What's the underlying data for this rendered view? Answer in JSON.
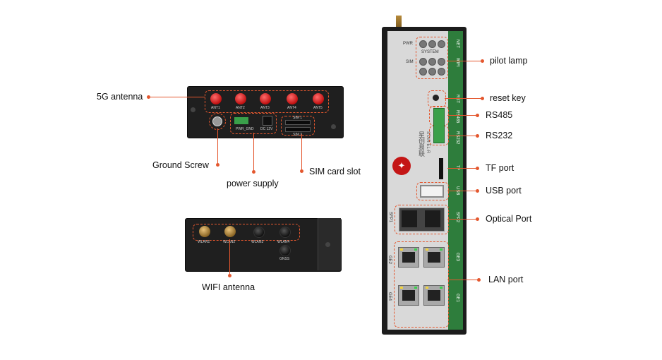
{
  "labels": {
    "antenna_5g": "5G antenna",
    "ground_screw": "Ground  Screw",
    "power_supply": "power  supply",
    "sim_card_slot": "SIM card slot",
    "wifi_antenna": "WIFI antenna",
    "pilot_lamp": "pilot lamp",
    "reset_key": "reset key",
    "rs485": "RS485",
    "rs232": "RS232",
    "tf_port": "TF port",
    "usb_port": "USB port",
    "optical_port": "Optical Port",
    "lan_port": "LAN port"
  },
  "device_top": {
    "antennas": [
      "ANT1",
      "ANT2",
      "ANT3",
      "ANT4",
      "ANT5"
    ],
    "power_label": "PWR_GND",
    "dc_label": "DC 12V",
    "sim1": "SIM 1",
    "sim2": "SIM 2"
  },
  "device_bottom": {
    "wlan": [
      "WLAN1",
      "WLAN2",
      "WLAN3",
      "WLAN4"
    ],
    "gnss": "GNSS"
  },
  "router": {
    "pwr": "PWR",
    "system": "SYSTEM",
    "sim": "SIM",
    "net": "NET",
    "wifi": "WIFI",
    "rst": "RST",
    "rs485": "RS485",
    "rs232": "RS232",
    "tf": "TF",
    "usb": "USB",
    "sfp1": "SFP1",
    "sfp2": "SFP2",
    "ge1": "GE1",
    "ge2": "GE2",
    "ge3": "GE3",
    "ge4": "GE4",
    "brand": "星创易联",
    "model": "STAR-EL-R"
  },
  "colors": {
    "accent": "#e4572e",
    "panel_green": "#2e7d3c",
    "antenna_red": "#c01010"
  }
}
